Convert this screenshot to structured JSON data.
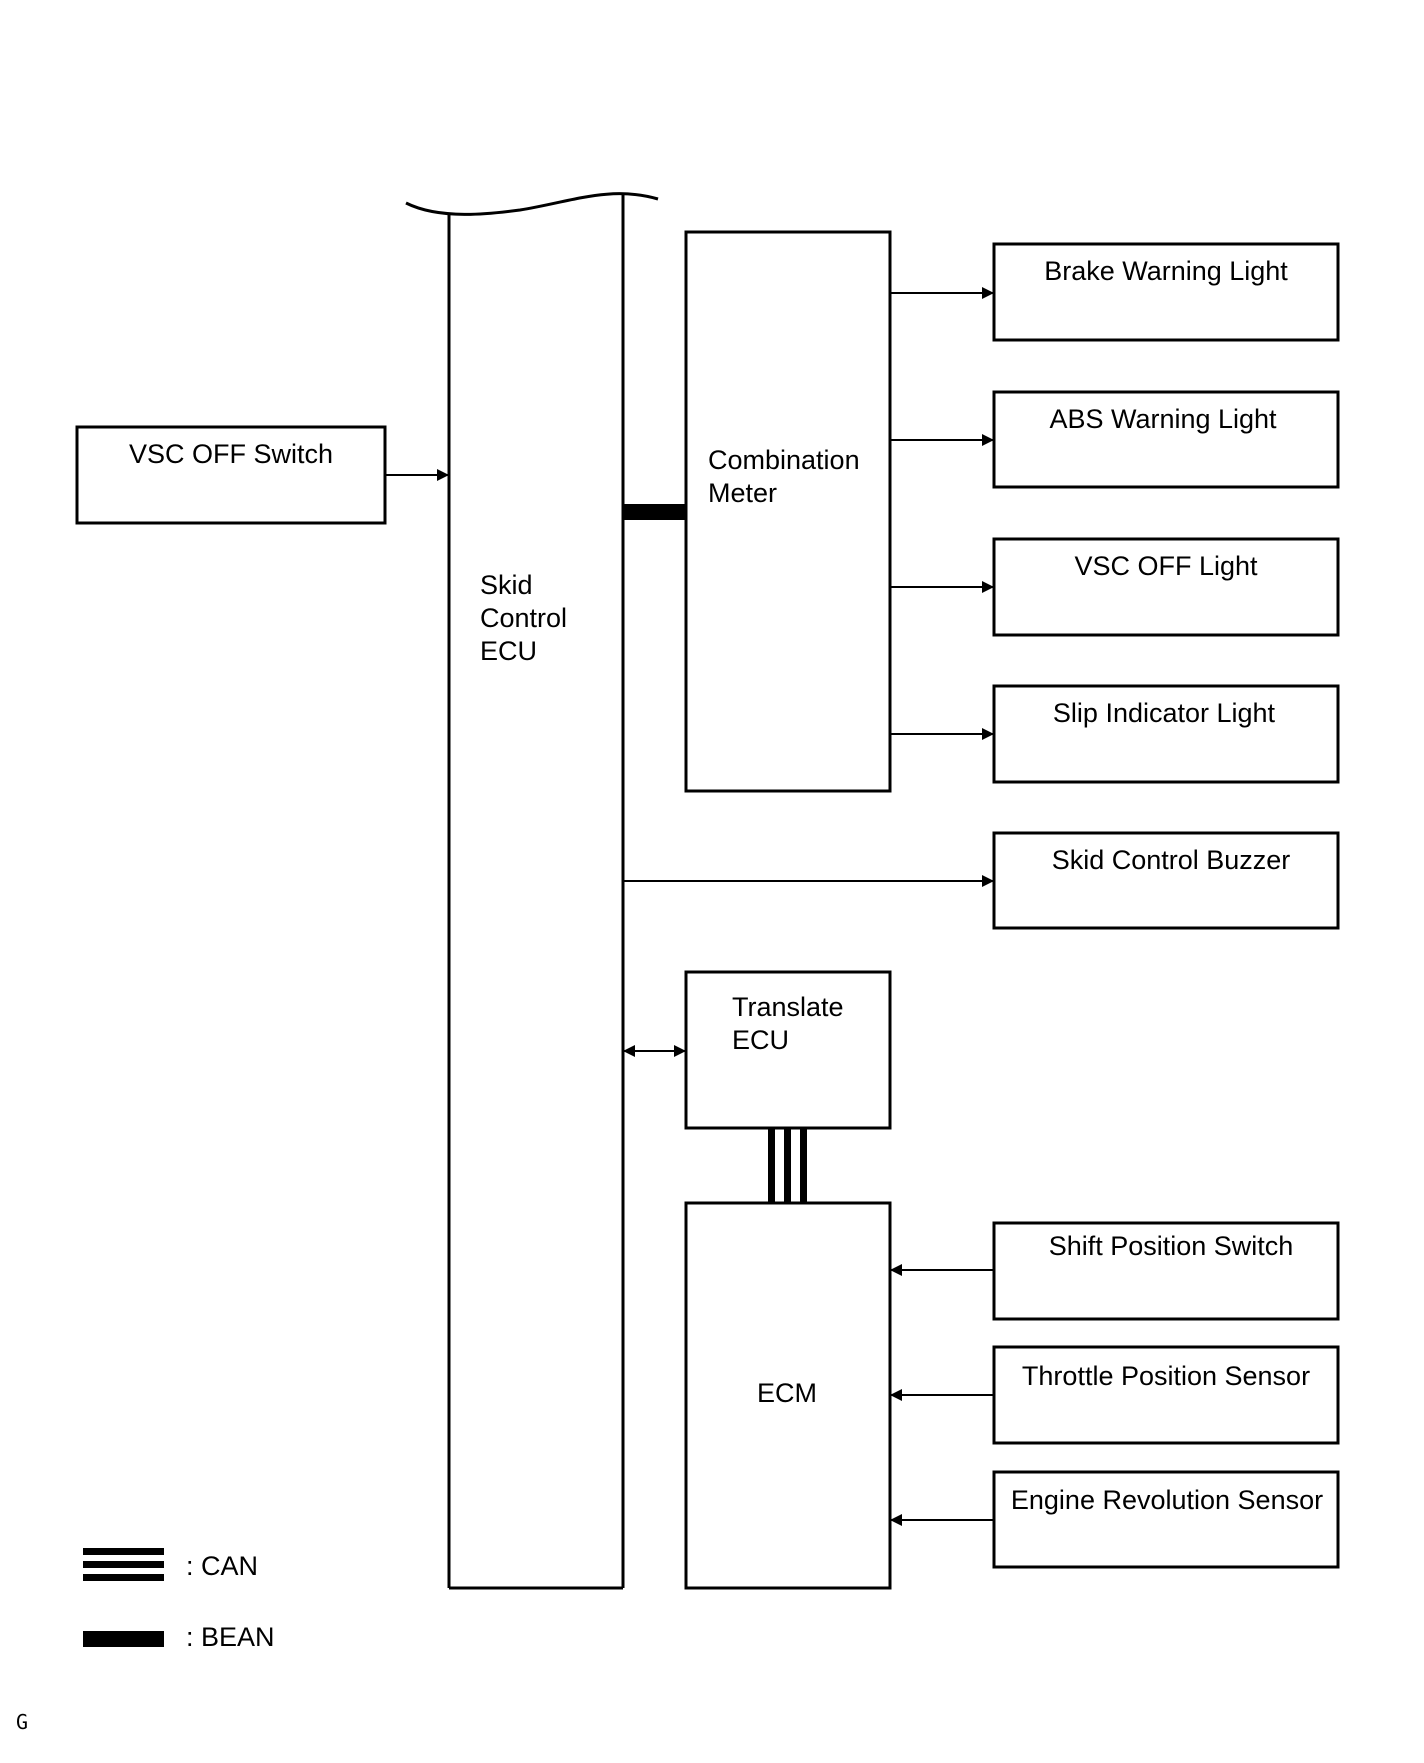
{
  "diagram": {
    "skid_control_ecu": [
      "Skid",
      "Control",
      "ECU"
    ],
    "combination_meter": [
      "Combination",
      "Meter"
    ],
    "translate_ecu": [
      "Translate",
      "ECU"
    ],
    "ecm": "ECM",
    "vsc_off_switch": "VSC OFF Switch",
    "brake_warning_light": "Brake Warning Light",
    "abs_warning_light": "ABS Warning Light",
    "vsc_off_light": "VSC OFF Light",
    "slip_indicator_light": "Slip Indicator Light",
    "skid_control_buzzer": "Skid Control Buzzer",
    "shift_position_switch": "Shift Position Switch",
    "throttle_position_sensor": "Throttle Position Sensor",
    "engine_revolution_sensor": "Engine Revolution Sensor"
  },
  "legend": {
    "can_label": ": CAN",
    "bean_label": ": BEAN"
  },
  "footer": {
    "code": "G"
  }
}
